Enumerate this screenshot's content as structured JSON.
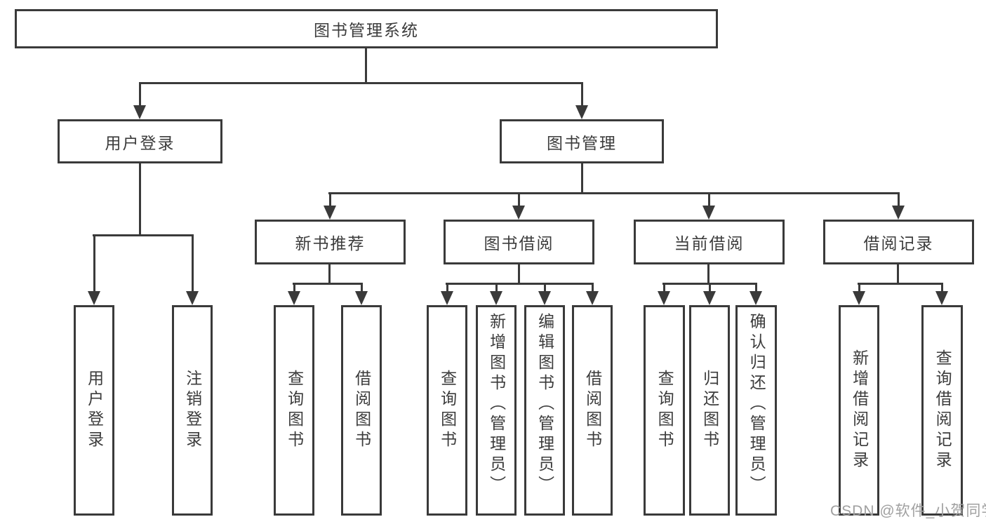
{
  "tree": {
    "root": {
      "label": "图书管理系统",
      "children": [
        {
          "label": "用户登录",
          "children": [
            {
              "label": "用户登录"
            },
            {
              "label": "注销登录"
            }
          ]
        },
        {
          "label": "图书管理",
          "children": [
            {
              "label": "新书推荐",
              "children": [
                {
                  "label": "查询图书"
                },
                {
                  "label": "借阅图书"
                }
              ]
            },
            {
              "label": "图书借阅",
              "children": [
                {
                  "label": "查询图书"
                },
                {
                  "label": "新增图书（管理员）"
                },
                {
                  "label": "编辑图书（管理员）"
                },
                {
                  "label": "借阅图书"
                }
              ]
            },
            {
              "label": "当前借阅",
              "children": [
                {
                  "label": "查询图书"
                },
                {
                  "label": "归还图书"
                },
                {
                  "label": "确认归还（管理员）"
                }
              ]
            },
            {
              "label": "借阅记录",
              "children": [
                {
                  "label": "新增借阅记录"
                },
                {
                  "label": "查询借阅记录"
                }
              ]
            }
          ]
        }
      ]
    }
  },
  "watermark": {
    "text": "CSDN @软件_小贺同学"
  },
  "colors": {
    "line": "#3a3a3a",
    "text": "#3c3c3c",
    "watermark": "#a0a0a0",
    "background": "#ffffff"
  }
}
